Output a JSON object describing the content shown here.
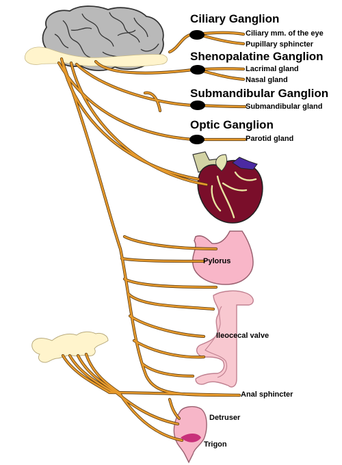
{
  "diagram": {
    "ganglia": {
      "ciliary": "Ciliary Ganglion",
      "sphenopalatine": "Shenopalatine Ganglion",
      "submandibular": "Submandibular Ganglion",
      "otic": "Optic Ganglion"
    },
    "targets": {
      "ciliary_muscles": "Ciliary mm. of the eye",
      "pupillary_sphincter": "Pupillary sphincter",
      "lacrimal_gland": "Lacrimal gland",
      "nasal_gland": "Nasal gland",
      "submandibular_gland": "Submandibular gland",
      "parotid_gland": "Parotid gland",
      "pylorus": "Pylorus",
      "ileocecal_valve": "Ileocecal valve",
      "anal_sphincter": "Anal sphincter",
      "detrusor": "Detruser",
      "trigone": "Trigon"
    },
    "colors": {
      "nerve": "#e79a2c",
      "nerve_outline": "#5a3a10",
      "ganglion": "#000000",
      "brain": "#b9b9b9",
      "brainstem": "#fff4cc",
      "heart": "#7a0e2a",
      "stomach": "#f8b6c8",
      "intestine": "#f8c8d0",
      "bladder": "#f7b6c8",
      "trigone": "#c8307a",
      "sacrum": "#fff4cc"
    }
  }
}
